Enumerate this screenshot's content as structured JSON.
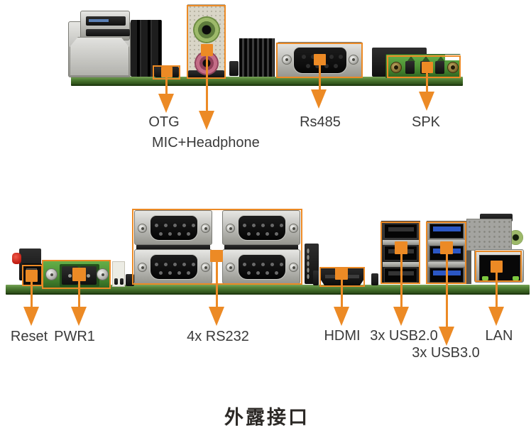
{
  "title": "外露接口",
  "colors": {
    "accent": "#EC8A25",
    "pcb": "#4e7c33",
    "lbl": "#3a3a3a",
    "ttl": "#2c2926",
    "usb3_blue": "#2b57c4"
  },
  "callouts": {
    "top": [
      {
        "id": "otg",
        "label": "OTG"
      },
      {
        "id": "mic_headphone",
        "label": "MIC+Headphone"
      },
      {
        "id": "rs485",
        "label": "Rs485"
      },
      {
        "id": "spk",
        "label": "SPK"
      }
    ],
    "bottom": [
      {
        "id": "reset",
        "label": "Reset"
      },
      {
        "id": "pwr1",
        "label": "PWR1"
      },
      {
        "id": "rs232",
        "label": "4x RS232"
      },
      {
        "id": "hdmi",
        "label": "HDMI"
      },
      {
        "id": "usb2",
        "label": "3x USB2.0"
      },
      {
        "id": "usb3",
        "label": "3x USB3.0"
      },
      {
        "id": "lan",
        "label": "LAN"
      }
    ]
  }
}
